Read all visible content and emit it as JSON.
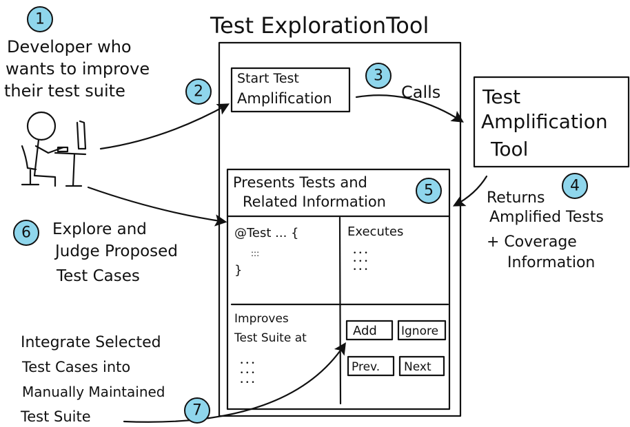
{
  "title": "Test ExplorationTool",
  "developer": [
    "Developer who",
    "wants to improve",
    "their test suite"
  ],
  "start_button": [
    "Start Test",
    "Amplification"
  ],
  "calls": "Calls",
  "amplification_tool": [
    "Test",
    "Amplification",
    "Tool"
  ],
  "returns": [
    "Returns",
    "Amplified Tests",
    "+ Coverage",
    "Information"
  ],
  "presents": [
    "Presents Tests and",
    "Related Information"
  ],
  "test_code": {
    "line1": "@Test ... {",
    "dots": ":::",
    "close": "}"
  },
  "executes": "Executes",
  "improves": [
    "Improves",
    "Test Suite at"
  ],
  "buttons": {
    "add": "Add",
    "ignore": "Ignore",
    "prev": "Prev.",
    "next": "Next"
  },
  "explore": [
    "Explore and",
    "Judge Proposed",
    "Test Cases"
  ],
  "integrate": [
    "Integrate Selected",
    "Test Cases into",
    "Manually Maintained",
    "Test Suite"
  ],
  "steps": [
    "1",
    "2",
    "3",
    "4",
    "5",
    "6",
    "7"
  ],
  "dots_glyph": "• • •"
}
